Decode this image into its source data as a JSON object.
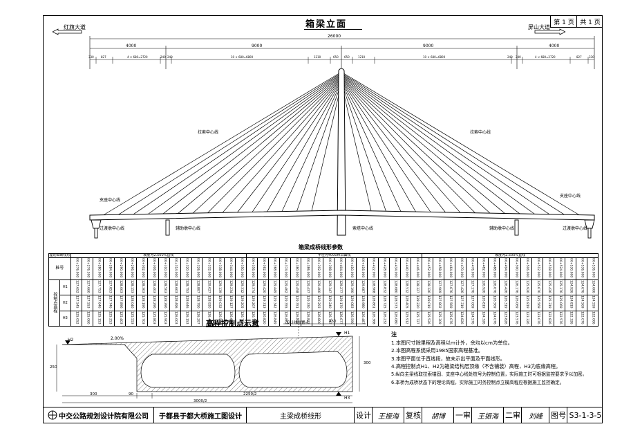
{
  "elevation": {
    "title": "箱梁立面",
    "left_road": "红旗大道",
    "right_road": "屏山大道",
    "total_span": "26000",
    "spans": [
      "4000",
      "9000",
      "9000",
      "4000"
    ],
    "detail_dims": [
      "330",
      "827",
      "4 × 680=2720",
      "240",
      "240",
      "10 × 680=6800",
      "1210",
      "650",
      "650",
      "1210",
      "10 × 680=6800",
      "240",
      "240",
      "4 × 680=2720",
      "827",
      "330"
    ],
    "labels": {
      "cable_left": "拉索中心线",
      "cable_right": "拉索中心线",
      "support_left": "支座中心线",
      "support_right": "支座中心线",
      "transition_left": "过渡墩中心线",
      "transition_right": "过渡墩中心线",
      "aux_left": "辅助墩中心线",
      "aux_right": "辅助墩中心线",
      "tower": "索塔中心线"
    }
  },
  "profile_table": {
    "title": "箱梁成桥线形参数",
    "header_label": "理论纵断线形",
    "col_label": "桩号",
    "row_group": "控制点高程",
    "rows": [
      "H1",
      "H2",
      "H3"
    ],
    "segment_labels": [
      "坡度为2.500%直线",
      "半径为4000m凸曲线",
      "坡度为2.500%直线"
    ],
    "stations": [
      "K0+276.000",
      "K0+276.300",
      "K0+280.000",
      "K0+284.000",
      "K0+290.000",
      "K0+296.000",
      "K0+302.000",
      "K0+306.000",
      "K0+310.000",
      "K0+314.000",
      "K0+320.000",
      "K0+326.000",
      "K0+332.000",
      "K0+338.000",
      "K0+344.000",
      "K0+350.000",
      "K0+356.000",
      "K0+362.000",
      "K0+368.000",
      "K0+374.000",
      "K0+380.000",
      "K0+386.000",
      "K0+392.000",
      "K0+398.000",
      "K0+404.000",
      "K0+410.000",
      "K0+416.000",
      "K0+422.000",
      "K0+428.000",
      "K0+434.000",
      "K0+440.000",
      "K0+446.000",
      "K0+452.000",
      "K0+458.000",
      "K0+464.000",
      "K0+470.000",
      "K0+476.000",
      "K0+482.000",
      "K0+488.000",
      "K0+494.000",
      "K0+500.000",
      "K0+506.000",
      "K0+512.000",
      "K0+518.000",
      "K0+524.000",
      "K0+530.000",
      "K0+536.000",
      "K0+536.000"
    ],
    "h1": [
      "127.652",
      "127.660",
      "127.753",
      "127.853",
      "128.003",
      "128.153",
      "128.303",
      "128.403",
      "128.503",
      "128.603",
      "128.753",
      "128.897",
      "129.027",
      "129.139",
      "129.234",
      "129.312",
      "129.374",
      "129.420",
      "129.449",
      "129.462",
      "129.458",
      "129.437",
      "129.400",
      "129.347",
      "129.277",
      "129.190",
      "129.087",
      "128.968",
      "128.832",
      "128.680",
      "128.512",
      "128.327",
      "128.126",
      "127.909",
      "127.676",
      "127.426",
      "127.176",
      "126.926",
      "126.676",
      "126.426",
      "126.176",
      "125.926",
      "125.676",
      "125.426",
      "125.176",
      "124.926",
      "124.676",
      "124.666"
    ],
    "h2": [
      "127.545",
      "127.553",
      "127.646",
      "127.746",
      "127.896",
      "128.046",
      "128.196",
      "128.296",
      "128.396",
      "128.496",
      "128.646",
      "128.790",
      "128.920",
      "129.032",
      "129.127",
      "129.205",
      "129.267",
      "129.313",
      "129.342",
      "129.355",
      "129.351",
      "129.330",
      "129.293",
      "129.240",
      "129.170",
      "129.083",
      "128.980",
      "128.861",
      "128.725",
      "128.573",
      "128.405",
      "128.220",
      "128.019",
      "127.802",
      "127.569",
      "127.319",
      "127.069",
      "126.819",
      "126.569",
      "126.319",
      "126.069",
      "125.819",
      "125.569",
      "125.319",
      "125.069",
      "124.819",
      "124.569",
      "124.559"
    ],
    "h3": [
      "125.052",
      "125.060",
      "125.153",
      "125.253",
      "125.403",
      "125.553",
      "125.703",
      "125.803",
      "125.903",
      "126.003",
      "126.153",
      "126.297",
      "126.427",
      "126.539",
      "126.634",
      "126.712",
      "126.774",
      "126.820",
      "126.849",
      "126.862",
      "126.858",
      "126.837",
      "126.800",
      "126.747",
      "126.677",
      "126.590",
      "126.487",
      "126.368",
      "126.232",
      "126.080",
      "125.912",
      "125.727",
      "125.526",
      "125.309",
      "125.076",
      "124.826",
      "124.576",
      "124.326",
      "124.076",
      "123.826",
      "123.576",
      "123.326",
      "123.076",
      "122.826",
      "122.576",
      "122.326",
      "122.076",
      "122.066"
    ]
  },
  "section": {
    "title": "高程控制点示意",
    "design_line": "设计线位置点",
    "slope": "2.00%",
    "h1": "H1",
    "h2": "H2",
    "h3": "H3",
    "dim_top": "250",
    "dim_height_left": "250",
    "dim_height_right": "300",
    "dim_bottom_a": "300",
    "dim_bottom_b": "90",
    "dim_bottom_c": "2250/2",
    "dim_bottom_total": "3000/2"
  },
  "notes": {
    "title": "注",
    "items": [
      "1.本图尺寸除里程及高程以m计外，余均以cm为单位。",
      "2.本图高程系统采用1985国家高程基准。",
      "3.本图平面位于直线段，故未示出平面及平面线形。",
      "4.高程控制点H1、H2为箱梁结构层顶缘（不含铺装）高程，H3为底缘高程。",
      "5.纵向主梁线取拉索锚固、支座中心线处桩号为控制位置，实际施工时可根据监控要求予以加密。",
      "6.本桥为成桥状态下的理论高程，实际施工时务控制点立模高程应根据施工监控确定。"
    ]
  },
  "title_block": {
    "company": "中交公路规划设计院有限公司",
    "project": "于都县于都大桥施工图设计",
    "drawing": "主梁成桥线形",
    "design_label": "设计",
    "design_sig": "王振海",
    "review_label": "复核",
    "review_sig": "胡博",
    "check1_label": "一审",
    "check1_sig": "王振海",
    "check2_label": "二审",
    "check2_sig": "刘峰",
    "drawno_label": "图号",
    "drawno": "S3-1-3-5"
  },
  "page": {
    "current": "第 1 页",
    "total": "共 1 页"
  }
}
